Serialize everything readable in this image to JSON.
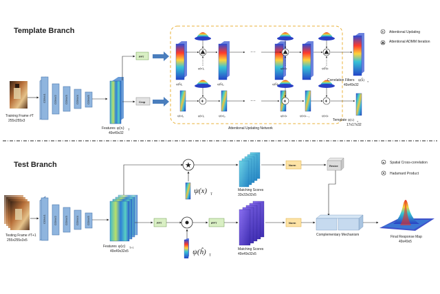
{
  "template_branch": {
    "title": "Template Branch",
    "training_frame": "Training Frame #T",
    "training_frame_size": "255x255x3",
    "conv_labels": [
      "CONV1",
      "CONV2",
      "CONV3",
      "CONV4",
      "CONV5"
    ],
    "features": "Features",
    "features_sym": "φ(x)",
    "features_sub": "T",
    "features_size": "49x49x32",
    "fft_label": "FFT",
    "crop_label": "Crop",
    "upper_row": [
      "ψ(ĥ)₁",
      "φ(x)₁",
      "ψ(ĥ)₂",
      "φ(x)ₖ",
      "ψ(ĥ)ₖ₋₁",
      "ψ(ĥ)ₖ"
    ],
    "lower_row": [
      "ψ(x)₁",
      "φ(x)₁",
      "ψ(x)₂",
      "φ(x)ₖ",
      "ψ(x)ₖ₋₁",
      "ψ(x)ₖ"
    ],
    "ellipsis": "···",
    "correlation_filters": "Correlation Filters",
    "correlation_sym": "ψ(ĥ)",
    "correlation_sub": "T",
    "correlation_size": "49x49x32",
    "template": "Template",
    "template_sym": "ψ(x)",
    "template_sub": "T",
    "template_size": "17x17x32",
    "network_label": "Attentional Updating Network"
  },
  "legend_top": {
    "updating": "Attentional Updating",
    "admm": "Attentional ADMM Iteration"
  },
  "test_branch": {
    "title": "Test Branch",
    "testing_frame": "Testing Frame #T+1",
    "testing_frame_size": "255x255x3x5",
    "conv_labels": [
      "CONV1",
      "CONV2",
      "CONV3",
      "CONV4",
      "CONV5"
    ],
    "features": "Features",
    "features_sym": "φ(z)",
    "features_sub": "T+1",
    "features_size": "49x49x32x5",
    "fft_label": "FFT",
    "ifft_label": "IFFT",
    "psi_x": "ψ(x)",
    "psi_x_sub": "T",
    "psi_h": "ψ(ĥ)",
    "psi_h_sub": "T",
    "matching_scores_top": "Matching Scores",
    "matching_scores_top_size": "33x33x32x5",
    "matching_scores_bottom": "Matching Scores",
    "matching_scores_bottom_size": "49x49x32x5",
    "norm_label": "Norm",
    "resize_label": "Resize",
    "complementary": "Complementary Mechanism",
    "final_response": "Final Response Map",
    "final_response_size": "49x49x5"
  },
  "legend_bottom": {
    "cross_correlation": "Spatial Cross-correlation",
    "hadamard": "Hadamard Product"
  },
  "colors": {
    "conv_fill": "#8fb5de",
    "conv_stroke": "#4a78ad",
    "fft_fill": "#d9efc4",
    "crop_fill": "#e2e2e2",
    "norm_fill": "#fde3a6",
    "arrow_blue": "#4a7ebd",
    "dashed_box": "#e8b23a",
    "matching_top": "#3aa7c9",
    "matching_bottom": "#6a4fd1"
  }
}
